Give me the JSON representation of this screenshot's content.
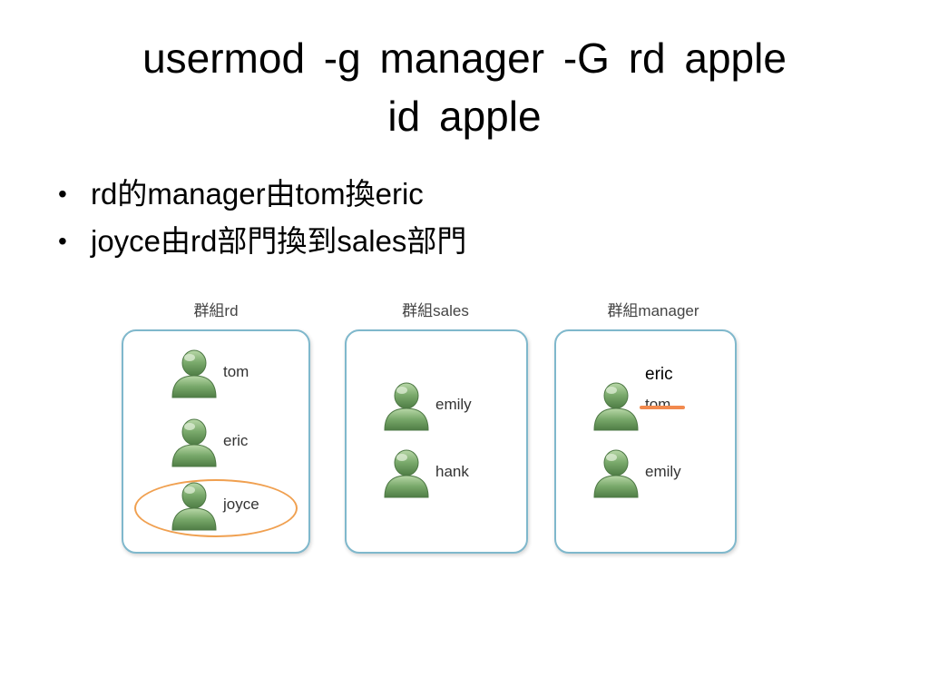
{
  "title": {
    "line1": "usermod  -g  manager  -G  rd  apple",
    "line2": "id  apple"
  },
  "bullets": [
    {
      "text": "rd的manager由tom換eric"
    },
    {
      "text": "joyce由rd部門換到sales部門"
    }
  ],
  "bullet_symbol": "•",
  "groups": [
    {
      "label": "群組rd",
      "members": [
        "tom",
        "eric",
        "joyce"
      ]
    },
    {
      "label": "群組sales",
      "members": [
        "emily",
        "hank"
      ]
    },
    {
      "label": "群組manager",
      "members": [
        "tom",
        "emily"
      ]
    }
  ],
  "annotation": {
    "new_manager": "eric"
  },
  "colors": {
    "box_border": "#7fb8cc",
    "highlight": "#f0a050",
    "strike": "#f28a4e",
    "user_icon": "#6f9e63"
  }
}
